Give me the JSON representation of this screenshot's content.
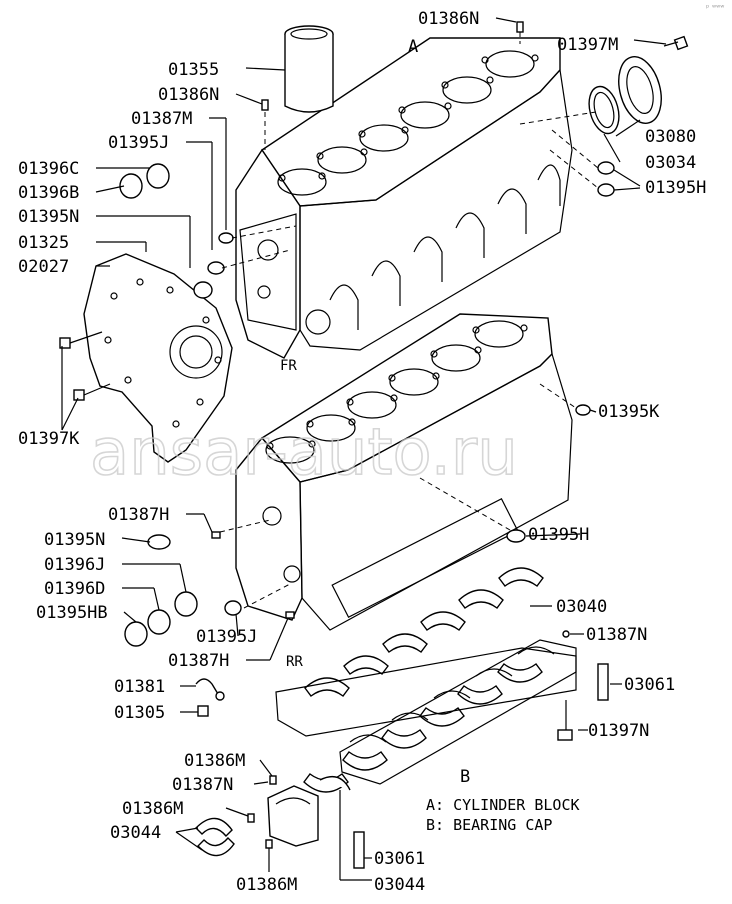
{
  "diagram": {
    "corner_mark": "ᵖ ʷʷʷ",
    "watermark": "ansar-auto.ru",
    "group_letters": {
      "a": "A",
      "b": "B"
    },
    "orientation": {
      "front": "FR",
      "rear": "RR"
    },
    "legend": [
      "A: CYLINDER BLOCK",
      "B: BEARING CAP"
    ],
    "part_labels": {
      "p01386N_top": "01386N",
      "p01397M": "01397M",
      "p01355": "01355",
      "p01386N": "01386N",
      "p01387M": "01387M",
      "p01395J_top": "01395J",
      "p01396C": "01396C",
      "p01396B": "01396B",
      "p01395N_top": "01395N",
      "p01325": "01325",
      "p02027": "02027",
      "p03080": "03080",
      "p03034": "03034",
      "p01395H_top": "01395H",
      "p01397K": "01397K",
      "p01395K": "01395K",
      "p01387H": "01387H",
      "p01395N": "01395N",
      "p01395H": "01395H",
      "p01396J": "01396J",
      "p01396D": "01396D",
      "p01395HB": "01395HB",
      "p01395J": "01395J",
      "p03040": "03040",
      "p01387H_bottom": "01387H",
      "p01387N": "01387N",
      "p03061": "03061",
      "p01381": "01381",
      "p01305": "01305",
      "p01397N": "01397N",
      "p01386M_top": "01386M",
      "p01387N_bottom": "01387N",
      "p01386M": "01386M",
      "p03044": "03044",
      "p03061_bottom": "03061",
      "p01386M_bottom": "01386M",
      "p03044_bottom": "03044"
    }
  }
}
